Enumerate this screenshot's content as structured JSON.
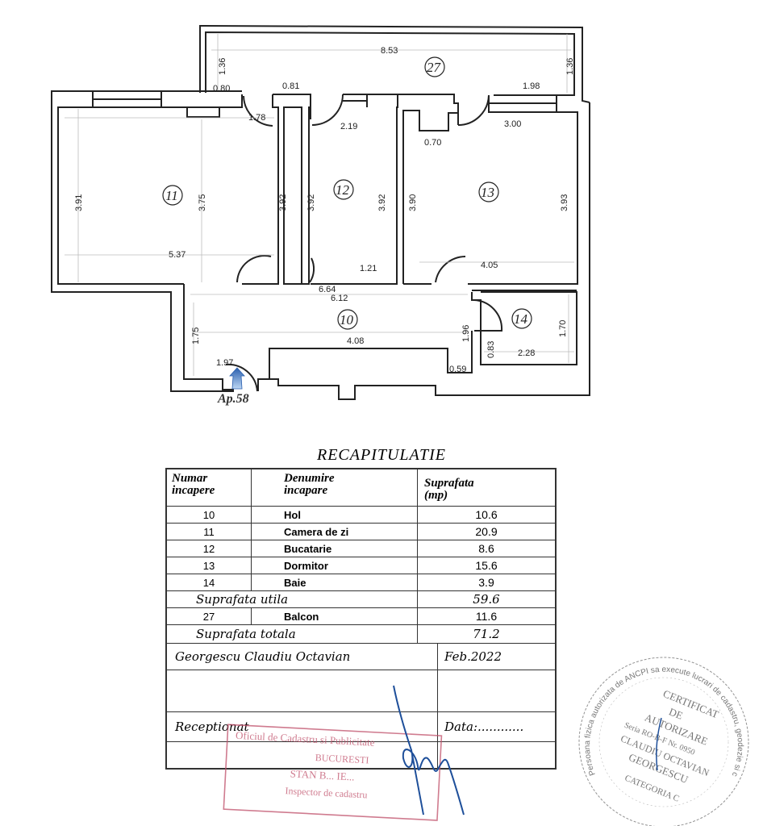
{
  "plan": {
    "rooms": [
      {
        "number": "10"
      },
      {
        "number": "11"
      },
      {
        "number": "12"
      },
      {
        "number": "13"
      },
      {
        "number": "14"
      },
      {
        "number": "27"
      }
    ],
    "dimensions": {
      "balcon_width": "8.53",
      "balcon_left_depth": "1.36",
      "balcon_right_depth": "1.36",
      "d080": "0.80",
      "d081": "0.81",
      "d178": "1.78",
      "d219": "2.19",
      "d198": "1.98",
      "d300": "3.00",
      "d070": "0.70",
      "d391": "3.91",
      "d375": "3.75",
      "d392a": "3.92",
      "d392b": "3.92",
      "d392c": "3.92",
      "d390": "3.90",
      "d393": "3.93",
      "d537": "5.37",
      "d121": "1.21",
      "d405": "4.05",
      "d664": "6.64",
      "d612": "6.12",
      "d175": "1.75",
      "d408": "4.08",
      "d196": "1.96",
      "d059": "0.59",
      "d083": "0.83",
      "d228": "2.28",
      "d170": "1.70",
      "d197": "1.97"
    },
    "entrance_label": "Ap.58",
    "entrance_arrow_color": "#3a78c8"
  },
  "table": {
    "title": "RECAPITULATIE",
    "headers": [
      "Numar incapere",
      "Denumire incapare",
      "Suprafata (mp)"
    ],
    "header_lines": [
      [
        "Numar",
        "incapere"
      ],
      [
        "Denumire",
        "incapare"
      ],
      [
        "Suprafata",
        "(mp)"
      ]
    ],
    "rows": [
      {
        "nr": "10",
        "name": "Hol",
        "area": "10.6"
      },
      {
        "nr": "11",
        "name": "Camera de zi",
        "area": "20.9"
      },
      {
        "nr": "12",
        "name": "Bucatarie",
        "area": "8.6"
      },
      {
        "nr": "13",
        "name": "Dormitor",
        "area": "15.6"
      },
      {
        "nr": "14",
        "name": "Baie",
        "area": "3.9"
      }
    ],
    "util_label": "Suprafata utila",
    "util_value": "59.6",
    "balcon": {
      "nr": "27",
      "name": "Balcon",
      "area": "11.6"
    },
    "total_label": "Suprafata totala",
    "total_value": "71.2",
    "author": "Georgescu Claudiu Octavian",
    "date": "Feb.2022",
    "received_label": "Receptionat",
    "data_label": "Data:............"
  },
  "stamps": {
    "office_lines": [
      "Oficiul de Cadastru si Publicitate",
      "BUCURESTI",
      "STAN B... IE...",
      "Inspector de cadastru"
    ],
    "office_color": "#c0506a",
    "certificate_ring": "Persoana fizica autorizata de ANCPI sa execute lucrari de cadastru, geodezie si cartografie",
    "certificate_lines": [
      "CERTIFICAT",
      "DE",
      "AUTORIZARE",
      "Seria RO-B-F Nr. 0950",
      "CLAUDIU OCTAVIAN",
      "GEORGESCU",
      "CATEGORIA C"
    ],
    "certificate_color": "#555555",
    "signature_color": "#1e4f9a"
  }
}
